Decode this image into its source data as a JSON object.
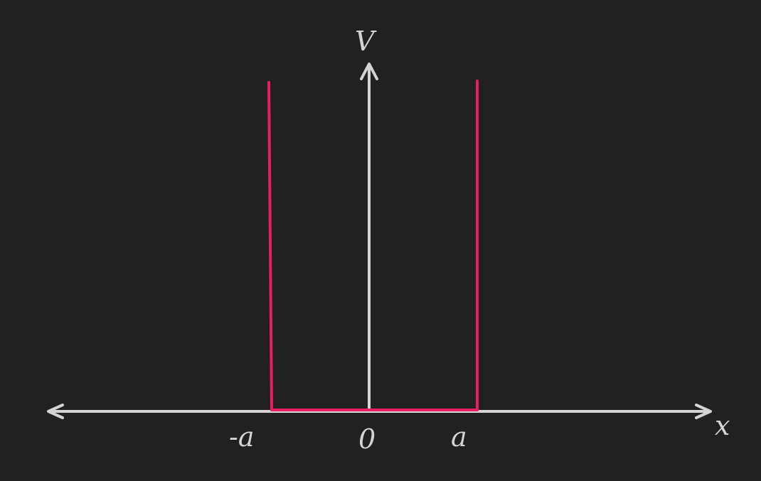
{
  "diagram": {
    "labels": {
      "y_axis": "V",
      "x_axis": "x",
      "left_wall": "-a",
      "origin": "0",
      "right_wall": "a"
    },
    "colors": {
      "background": "#212121",
      "axes": "#d4d4d4",
      "potential": "#ea1e63"
    }
  }
}
